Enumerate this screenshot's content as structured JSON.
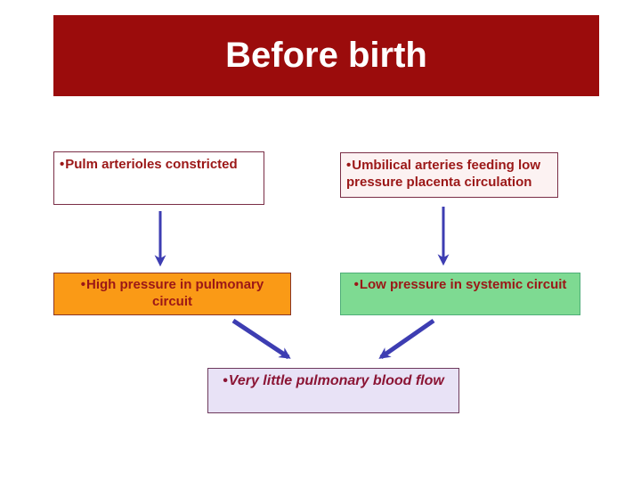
{
  "slide": {
    "title": "Before birth",
    "boxes": {
      "pulm": {
        "bullet": "•",
        "text": "Pulm arterioles constricted"
      },
      "umbilical": {
        "bullet": "•",
        "text": "Umbilical arteries feeding low pressure placenta circulation"
      },
      "high": {
        "bullet": "•",
        "text": "High pressure in pulmonary circuit"
      },
      "low": {
        "bullet": "•",
        "text": "Low pressure in systemic circuit"
      },
      "flow": {
        "bullet": "•",
        "text": "Very little pulmonary blood flow"
      }
    },
    "arrows": [
      {
        "name": "pulm-to-high-pressure",
        "direction": "down"
      },
      {
        "name": "umbilical-to-low-pressure",
        "direction": "down"
      },
      {
        "name": "high-pressure-to-flow",
        "direction": "down-right"
      },
      {
        "name": "low-pressure-to-flow",
        "direction": "down-left"
      }
    ],
    "colors": {
      "banner_red": "#9b0c0c",
      "title_text": "#ffffff",
      "box_text_dark_red": "#9b1717",
      "flow_text_dark_red": "#8b1535",
      "arrow_blue": "#3d3db2",
      "pulm_bg": "#ffffff",
      "umbilical_bg": "#fcf2f2",
      "high_bg_orange": "#fa9a16",
      "low_bg_green": "#7eda92",
      "low_border_green": "#4fae78",
      "flow_bg_lavender": "#e8e2f6",
      "maroon_border": "#7a2e46"
    }
  }
}
